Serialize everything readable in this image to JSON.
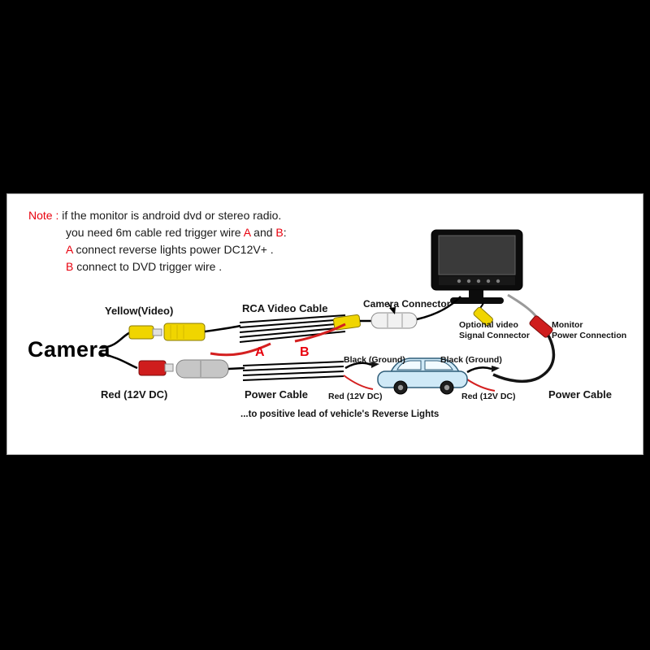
{
  "panel": {
    "note": {
      "label": "Note : ",
      "line1": "if the monitor is android dvd or stereo radio.",
      "line2_pre": "you need 6m cable red trigger wire ",
      "line2_a": "A",
      "line2_mid": " and ",
      "line2_b": "B",
      "line2_end": ":",
      "line3_a": "A",
      "line3_text": " connect reverse lights power DC12V+ .",
      "line4_b": "B",
      "line4_text": " connect to DVD trigger wire ."
    },
    "labels": {
      "camera": "Camera",
      "yellow_video": "Yellow(Video)",
      "red_12v": "Red (12V DC)",
      "rca_video_cable": "RCA Video Cable",
      "camera_connector": "Camera Connector",
      "letter_a": "A",
      "letter_b": "B",
      "optional_video_1": "Optional video",
      "optional_video_2": "Signal Connector",
      "monitor_power_1": "Monitor",
      "monitor_power_2": "Power Connection",
      "power_cable_left": "Power Cable",
      "power_cable_right": "Power Cable",
      "black_ground_left": "Black (Ground)",
      "black_ground_right": "Black (Ground)",
      "red_12v_left": "Red (12V DC)",
      "red_12v_right": "Red (12V DC)",
      "reverse_note": "...to positive lead of vehicle's Reverse Lights"
    },
    "colors": {
      "accent_red": "#e8000d",
      "rca_yellow": "#f0d500",
      "rca_red": "#cf1d1d",
      "connector_gray": "#c6c6c6",
      "car_blue": "#cfe9f7"
    }
  }
}
